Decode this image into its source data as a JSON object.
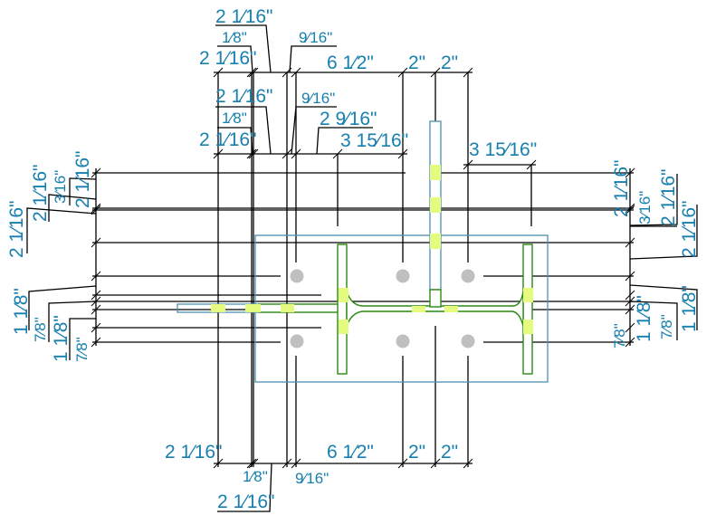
{
  "drawing": {
    "colors": {
      "dimension_text": "#1880ae",
      "weld": "#e4fb80",
      "steel_outline": "#2a8a10",
      "plate_outline": "#4a90b0",
      "bolt": "#bfbfbf"
    },
    "top_dims": [
      "2 1⁄16\"",
      "1⁄8\"",
      "2 1⁄16\"",
      "9⁄16\"",
      "6 1⁄2\"",
      "2\"",
      "2\"",
      "2 1⁄16\"",
      "1⁄8\"",
      "2 1⁄16\"",
      "9⁄16\"",
      "2 9⁄16\"",
      "3 15⁄16\"",
      "3 15⁄16\""
    ],
    "left_dims": [
      "2 1⁄16\"",
      "2 1⁄16\"",
      "3⁄16\"",
      "2 1⁄16\"",
      "1 1⁄8\"",
      "7⁄8\"",
      "1 1⁄8\"",
      "7⁄8\""
    ],
    "right_dims": [
      "2 1⁄16\"",
      "3⁄16\"",
      "2 1⁄16\"",
      "2 1⁄16\"",
      "7⁄8\"",
      "1 1⁄8\"",
      "7⁄8\"",
      "1 1⁄8\""
    ],
    "bottom_dims": [
      "2 1⁄16\"",
      "6 1⁄2\"",
      "2\"",
      "2\"",
      "1⁄8\"",
      "9⁄16\"",
      "2 1⁄16\""
    ]
  }
}
